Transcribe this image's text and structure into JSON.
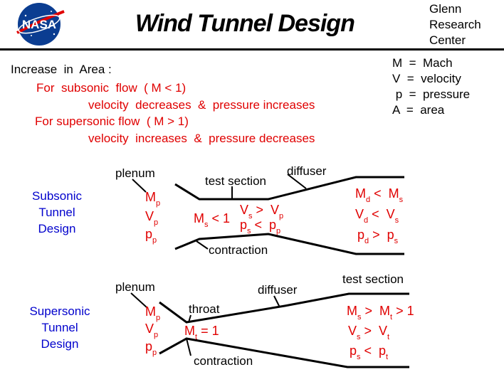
{
  "header": {
    "logo_text": "NASA",
    "title": "Wind Tunnel  Design",
    "center_lines": [
      "Glenn",
      "Research",
      "Center"
    ]
  },
  "legend": [
    "M  =  Mach",
    "V  =  velocity",
    " p  =  pressure",
    "A  =  area"
  ],
  "intro": {
    "heading": "Increase  in  Area :",
    "sub_label": "For  subsonic  flow  ( M < 1)",
    "sub_effect": "velocity  decreases  &  pressure increases",
    "super_label": "For supersonic flow  ( M > 1)",
    "super_effect": "velocity  increases  &  pressure decreases"
  },
  "subsonic": {
    "side": [
      "Subsonic",
      "Tunnel",
      "Design"
    ],
    "plenum": "plenum",
    "test_section": "test section",
    "diffuser": "diffuser",
    "contraction": "contraction",
    "inlet": [
      [
        "M",
        "p"
      ],
      [
        "V",
        "p"
      ],
      [
        "p",
        "p"
      ]
    ],
    "test_mach": [
      "M",
      "s",
      " < 1"
    ],
    "test_v": [
      "V",
      "s",
      " >  V",
      "p"
    ],
    "test_p": [
      "p",
      "s",
      " <  p",
      "p"
    ],
    "out_m": [
      "M",
      "d",
      " <  M",
      "s"
    ],
    "out_v": [
      "V",
      "d",
      " <  V",
      "s"
    ],
    "out_p": [
      "p",
      "d",
      " >  p",
      "s"
    ]
  },
  "supersonic": {
    "side": [
      "Supersonic",
      "Tunnel",
      "Design"
    ],
    "plenum": "plenum",
    "throat": "throat",
    "diffuser": "diffuser",
    "test_section": "test section",
    "contraction": "contraction",
    "inlet": [
      [
        "M",
        "p"
      ],
      [
        "V",
        "p"
      ],
      [
        "p",
        "p"
      ]
    ],
    "throat_mach": [
      "M",
      "t",
      " = 1"
    ],
    "out_m": [
      "M",
      "s",
      " >  M",
      "t",
      " > 1"
    ],
    "out_v": [
      "V",
      "s",
      " >  V",
      "t"
    ],
    "out_p": [
      "p",
      "s",
      " <  p",
      "t"
    ]
  },
  "colors": {
    "red": "#e00000",
    "blue": "#0000cc",
    "nasa_blue": "#0b3d91"
  }
}
